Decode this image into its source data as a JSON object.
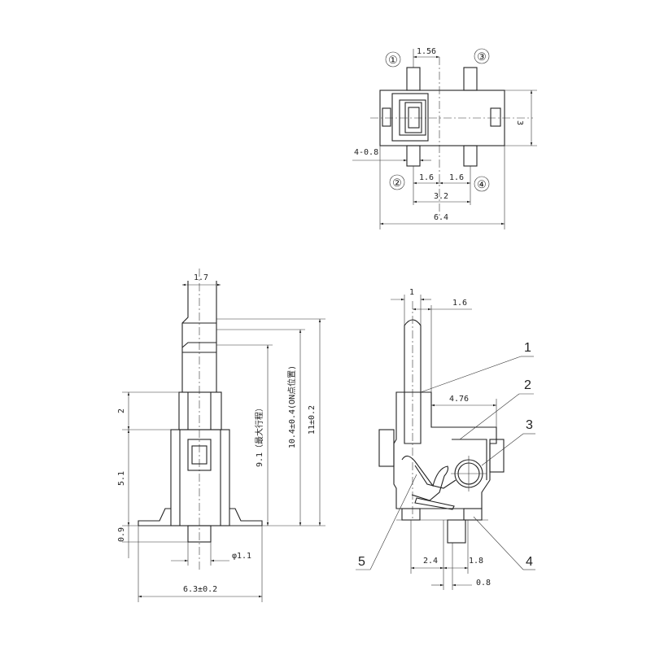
{
  "top_view": {
    "pins": [
      "①",
      "②",
      "③",
      "④"
    ],
    "dims": {
      "d156": "1.56",
      "d3": "3",
      "d48": "4-0.8",
      "d16a": "1.6",
      "d16b": "1.6",
      "d32": "3.2",
      "d64": "6.4"
    }
  },
  "front_view": {
    "dims": {
      "d17": "1.7",
      "d2": "2",
      "d51": "5.1",
      "d09": "0.9",
      "d11dia": "φ1.1",
      "d63": "6.3±0.2",
      "d91": "9.1（最大行程）",
      "d104": "10.4±0.4(ON点位置)",
      "d11": "11±0.2"
    }
  },
  "section_view": {
    "dims": {
      "d1": "1",
      "d16": "1.6",
      "d476": "4.76",
      "d24": "2.4",
      "d18": "1.8",
      "d08": "0.8"
    },
    "callouts": [
      "1",
      "2",
      "3",
      "4",
      "5"
    ]
  }
}
